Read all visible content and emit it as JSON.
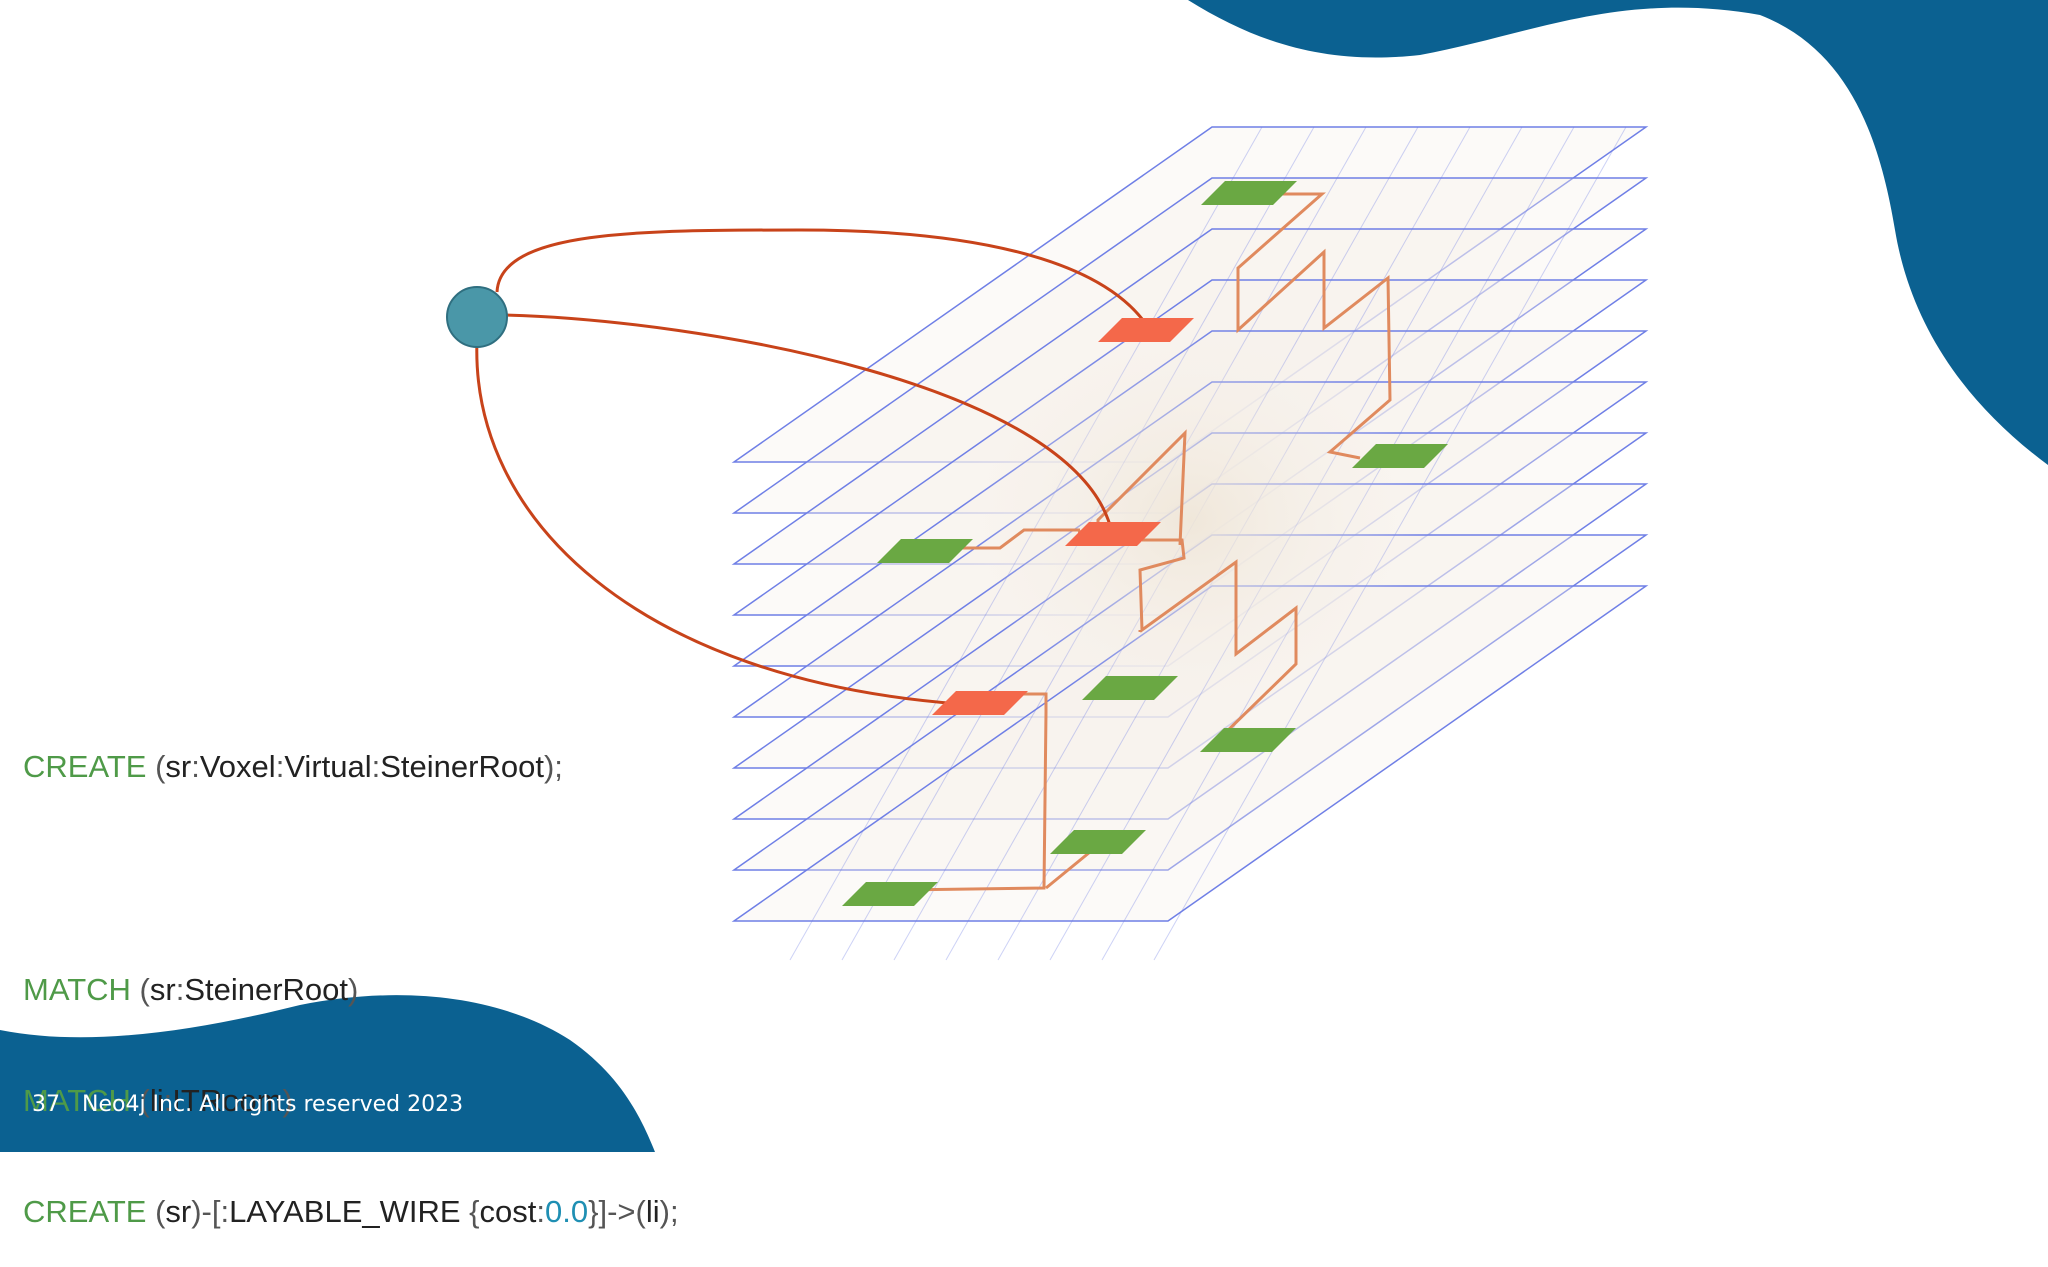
{
  "slide": {
    "page_number": "37",
    "copyright": "Neo4j Inc. All rights reserved 2023"
  },
  "code": {
    "line1": {
      "kw": "CREATE",
      "p1": " (",
      "t1": "sr",
      "c1": ":",
      "t2": "Voxel",
      "c2": ":",
      "t3": "Virtual",
      "c3": ":",
      "t4": "SteinerRoot",
      "p2": ");"
    },
    "line2": {
      "kw": "MATCH",
      "p1": " (",
      "t1": "sr",
      "c1": ":",
      "t2": "SteinerRoot",
      "p2": ")"
    },
    "line3": {
      "kw": "MATCH",
      "p1": " (",
      "t1": "li",
      "c1": ":",
      "t2": "ITRoom",
      "p2": ")"
    },
    "line4": {
      "kw": "CREATE",
      "p1": " (",
      "t1": "sr",
      "p2": ")-[",
      "c1": ":",
      "t2": "LAYABLE_WIRE",
      "p3": " {",
      "t3": "cost",
      "c2": ":",
      "num": "0.0",
      "p4": "}]->(",
      "t4": "li",
      "p5": ");"
    }
  },
  "colors": {
    "brand_blue": "#0b6191",
    "plane_border": "#6f7fe6",
    "plane_fill": "#f6f2ea",
    "wire": "#e08a5e",
    "edge": "#c8431a",
    "root_node": "#4a97a8",
    "source_node": "#f4684a",
    "target_node": "#6aa843",
    "keyword": "#4f9a48",
    "number": "#1f8fb3"
  }
}
